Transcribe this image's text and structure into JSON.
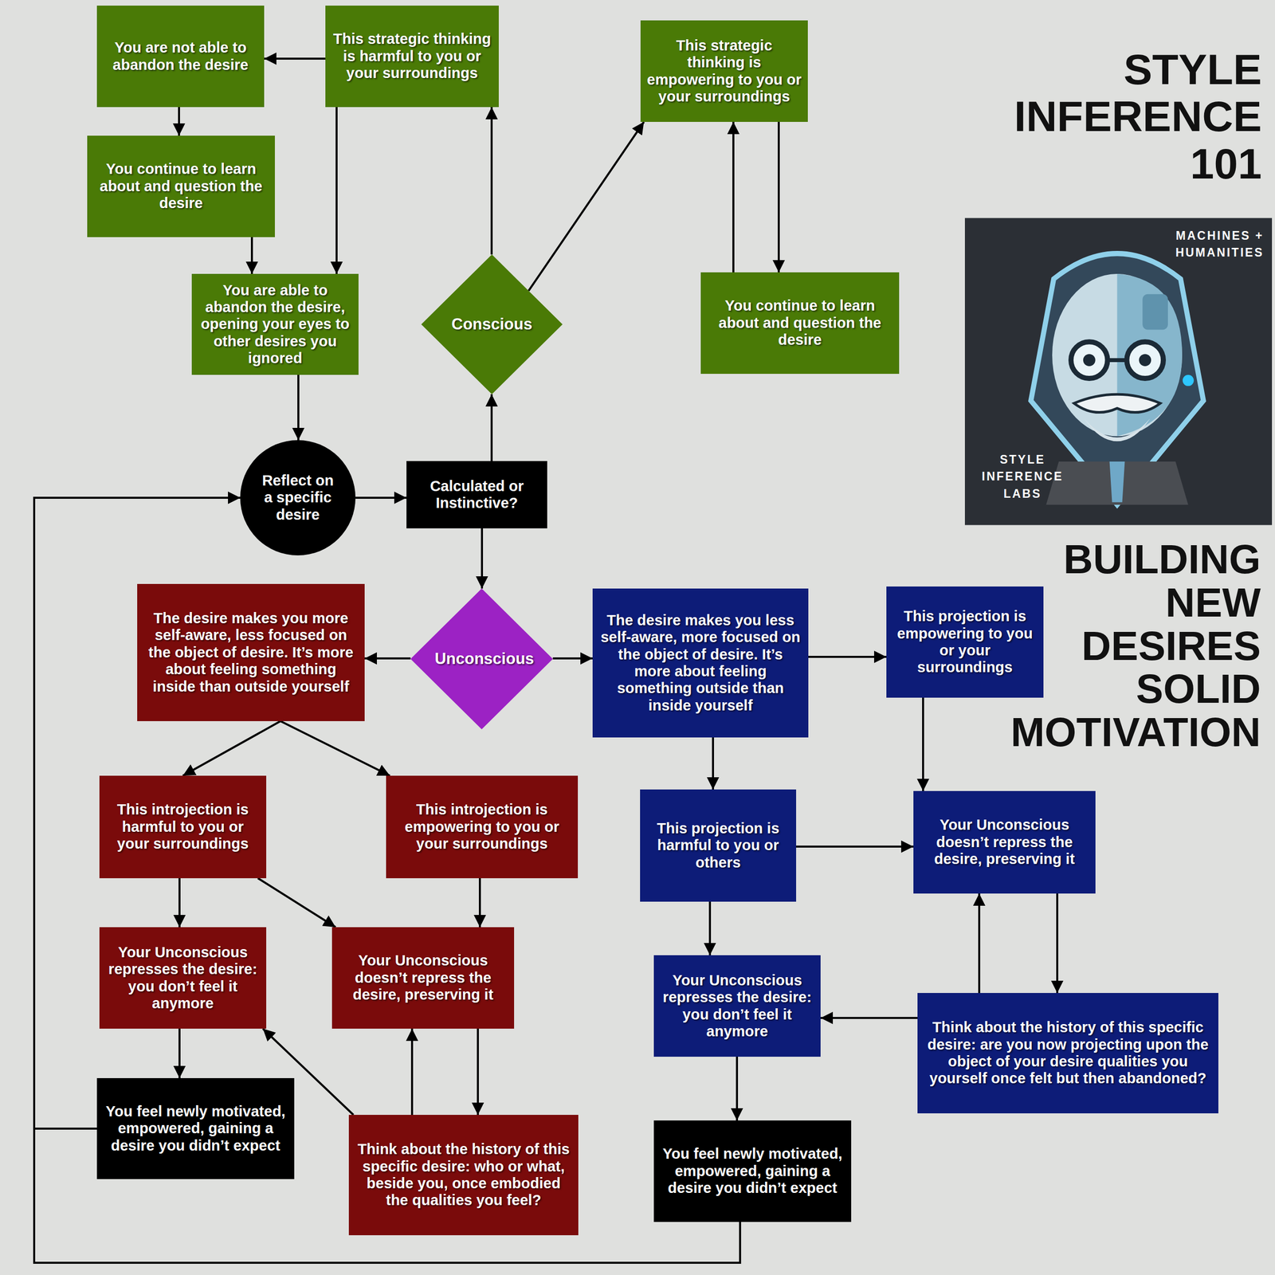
{
  "diagram": {
    "title": "STYLE INFERENCE 101",
    "caption": "BUILDING NEW DESIRES SOLID MOTIVATION",
    "nodes": [
      {
        "text": [
          "You are not able to abandon the desire"
        ]
      },
      {
        "text": [
          "This strategic thinking is harmful to you or your surroundings"
        ]
      },
      {
        "text": [
          "This strategic thinking is empowering to you or your surroundings"
        ]
      },
      {
        "text": [
          "You continue to learn about and question the desire"
        ]
      },
      {
        "text": [
          "You are able to abandon the desire, opening your eyes to other desires you ignored"
        ]
      },
      {
        "text": [
          "Conscious"
        ]
      },
      {
        "text": [
          "You continue to learn about and question the desire"
        ]
      },
      {
        "text": [
          "Reflect on a specific desire"
        ]
      },
      {
        "text": [
          "Calculated or Instinctive?"
        ]
      },
      {
        "text": [
          "The desire makes you more self-aware, less focused on the object of desire. It’s more about feeling something inside than outside yourself"
        ]
      },
      {
        "text": [
          "Unconscious"
        ]
      },
      {
        "text": [
          "The desire makes you less self-aware, more focused on the object of desire. It’s more about feeling something outside than inside yourself"
        ]
      },
      {
        "text": [
          "This projection is empowering to you or your surroundings"
        ]
      },
      {
        "text": [
          "This introjection is harmful to you or your surroundings"
        ]
      },
      {
        "text": [
          "This introjection is empowering to you or your surroundings"
        ]
      },
      {
        "text": [
          "This projection is harmful to you or others"
        ]
      },
      {
        "text": [
          "Your Unconscious doesn’t repress the desire, preserving it"
        ]
      },
      {
        "text": [
          "Your Unconscious represses the desire: you don’t feel it anymore"
        ]
      },
      {
        "text": [
          "Your Unconscious doesn’t repress the desire, preserving it"
        ]
      },
      {
        "text": [
          "Your Unconscious represses the desire: you don’t feel it anymore"
        ]
      },
      {
        "text": [
          "Think about the history of this specific desire: are you now projecting upon the object of your desire qualities you yourself once felt but then abandoned?"
        ]
      },
      {
        "text": [
          "You feel newly motivated, empowered, gaining a desire you didn’t expect"
        ]
      },
      {
        "text": [
          "Think about the history of this specific desire: who or what, beside you, once embodied the qualities you feel?"
        ]
      },
      {
        "text": [
          "You feel newly motivated, empowered, gaining a desire you didn’t expect"
        ]
      }
    ],
    "edges": [
      {
        "from": 1,
        "to": 0,
        "arrow": "to"
      },
      {
        "from": 0,
        "to": 3,
        "arrow": "to"
      },
      {
        "from": 3,
        "to": 4,
        "arrow": "to"
      },
      {
        "from": 1,
        "to": 4,
        "arrow": "to"
      },
      {
        "from": 5,
        "to": 1,
        "arrow": "to"
      },
      {
        "from": 5,
        "to": 2,
        "arrow": "to"
      },
      {
        "from": 2,
        "to": 6,
        "arrow": "to"
      },
      {
        "from": 6,
        "to": 2,
        "arrow": "to"
      },
      {
        "from": 4,
        "to": 7,
        "arrow": "to"
      },
      {
        "from": 7,
        "to": 8,
        "arrow": "to"
      },
      {
        "from": 8,
        "to": 5,
        "arrow": "to"
      },
      {
        "from": 8,
        "to": 10,
        "arrow": "to"
      },
      {
        "from": 10,
        "to": 9,
        "arrow": "to"
      },
      {
        "from": 10,
        "to": 11,
        "arrow": "to"
      },
      {
        "from": 11,
        "to": 12,
        "arrow": "to"
      },
      {
        "from": 11,
        "to": 15,
        "arrow": "to"
      },
      {
        "from": 12,
        "to": 16,
        "arrow": "to"
      },
      {
        "from": 15,
        "to": 16,
        "arrow": "to"
      },
      {
        "from": 15,
        "to": 19,
        "arrow": "to"
      },
      {
        "from": 16,
        "to": 20,
        "arrow": "to"
      },
      {
        "from": 20,
        "to": 16,
        "arrow": "to"
      },
      {
        "from": 20,
        "to": 19,
        "arrow": "to"
      },
      {
        "from": 19,
        "to": 23,
        "arrow": "to"
      },
      {
        "from": 23,
        "to": 7,
        "arrow": "to"
      },
      {
        "from": 9,
        "to": 13,
        "arrow": "to"
      },
      {
        "from": 9,
        "to": 14,
        "arrow": "to"
      },
      {
        "from": 13,
        "to": 17,
        "arrow": "to"
      },
      {
        "from": 13,
        "to": 18,
        "arrow": "to"
      },
      {
        "from": 14,
        "to": 18,
        "arrow": "to"
      },
      {
        "from": 22,
        "to": 18,
        "arrow": "to"
      },
      {
        "from": 18,
        "to": 22,
        "arrow": "to"
      },
      {
        "from": 22,
        "to": 17,
        "arrow": "to"
      },
      {
        "from": 17,
        "to": 21,
        "arrow": "to"
      },
      {
        "from": 21,
        "to": 7,
        "arrow": "to"
      }
    ],
    "labels": [
      "MACHINES + HUMANITIES",
      "STYLE INFERENCE LABS"
    ]
  }
}
